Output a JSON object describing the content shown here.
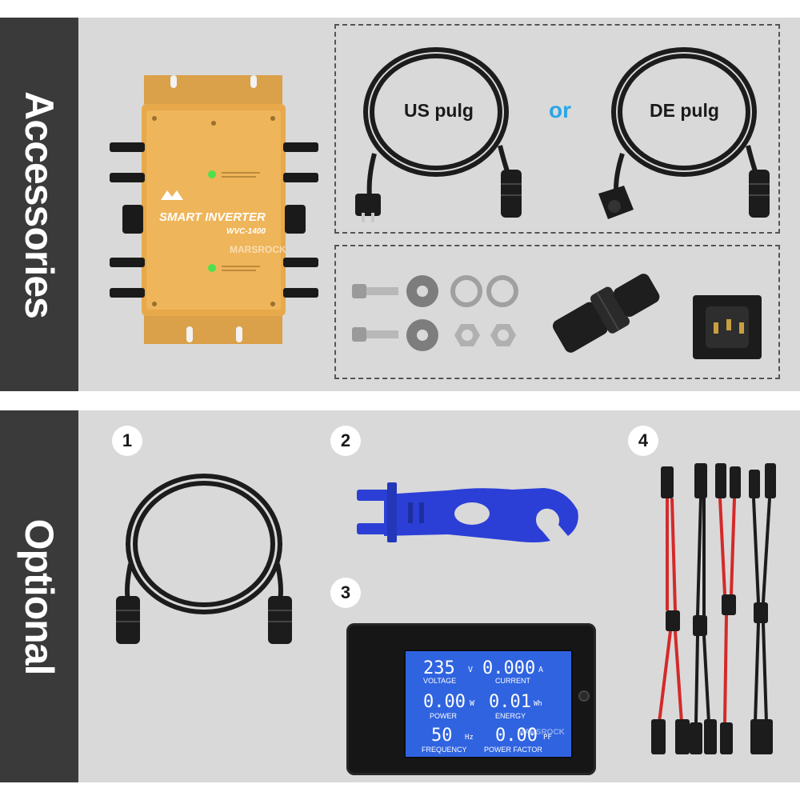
{
  "sections": {
    "accessories_title": "Accessories",
    "optional_title": "Optional"
  },
  "inverter": {
    "brand_line": "SMART INVERTER",
    "model": "WVC-1400",
    "watermark": "MARSROCK",
    "indicator_color": "#4ee04e",
    "body_color": "#e8a94a"
  },
  "plugs": {
    "us_label": "US pulg",
    "or_label": "or",
    "de_label": "DE pulg"
  },
  "optional_items": {
    "item1_number": "1",
    "item2_number": "2",
    "item3_number": "3",
    "item4_number": "4"
  },
  "meter": {
    "voltage_value": "235",
    "voltage_unit": "V",
    "voltage_label": "VOLTAGE",
    "current_value": "0.000",
    "current_unit": "A",
    "current_label": "CURRENT",
    "power_value": "0.00",
    "power_unit": "W",
    "power_label": "POWER",
    "energy_value": "0.01",
    "energy_unit": "Wh",
    "energy_label": "ENERGY",
    "frequency_value": "50",
    "frequency_unit": "Hz",
    "frequency_label": "FREQUENCY",
    "pf_value": "0.00",
    "pf_unit": "PF",
    "pf_label": "POWER FACTOR",
    "watermark": "MARSROCK"
  },
  "colors": {
    "panel_bg": "#d9d9d9",
    "side_bar": "#3a3a3a",
    "accent_or": "#2aa6e8",
    "wrench_blue": "#2b3fd6",
    "cable_red": "#d42a2a",
    "lcd_blue": "#2f63e0"
  }
}
